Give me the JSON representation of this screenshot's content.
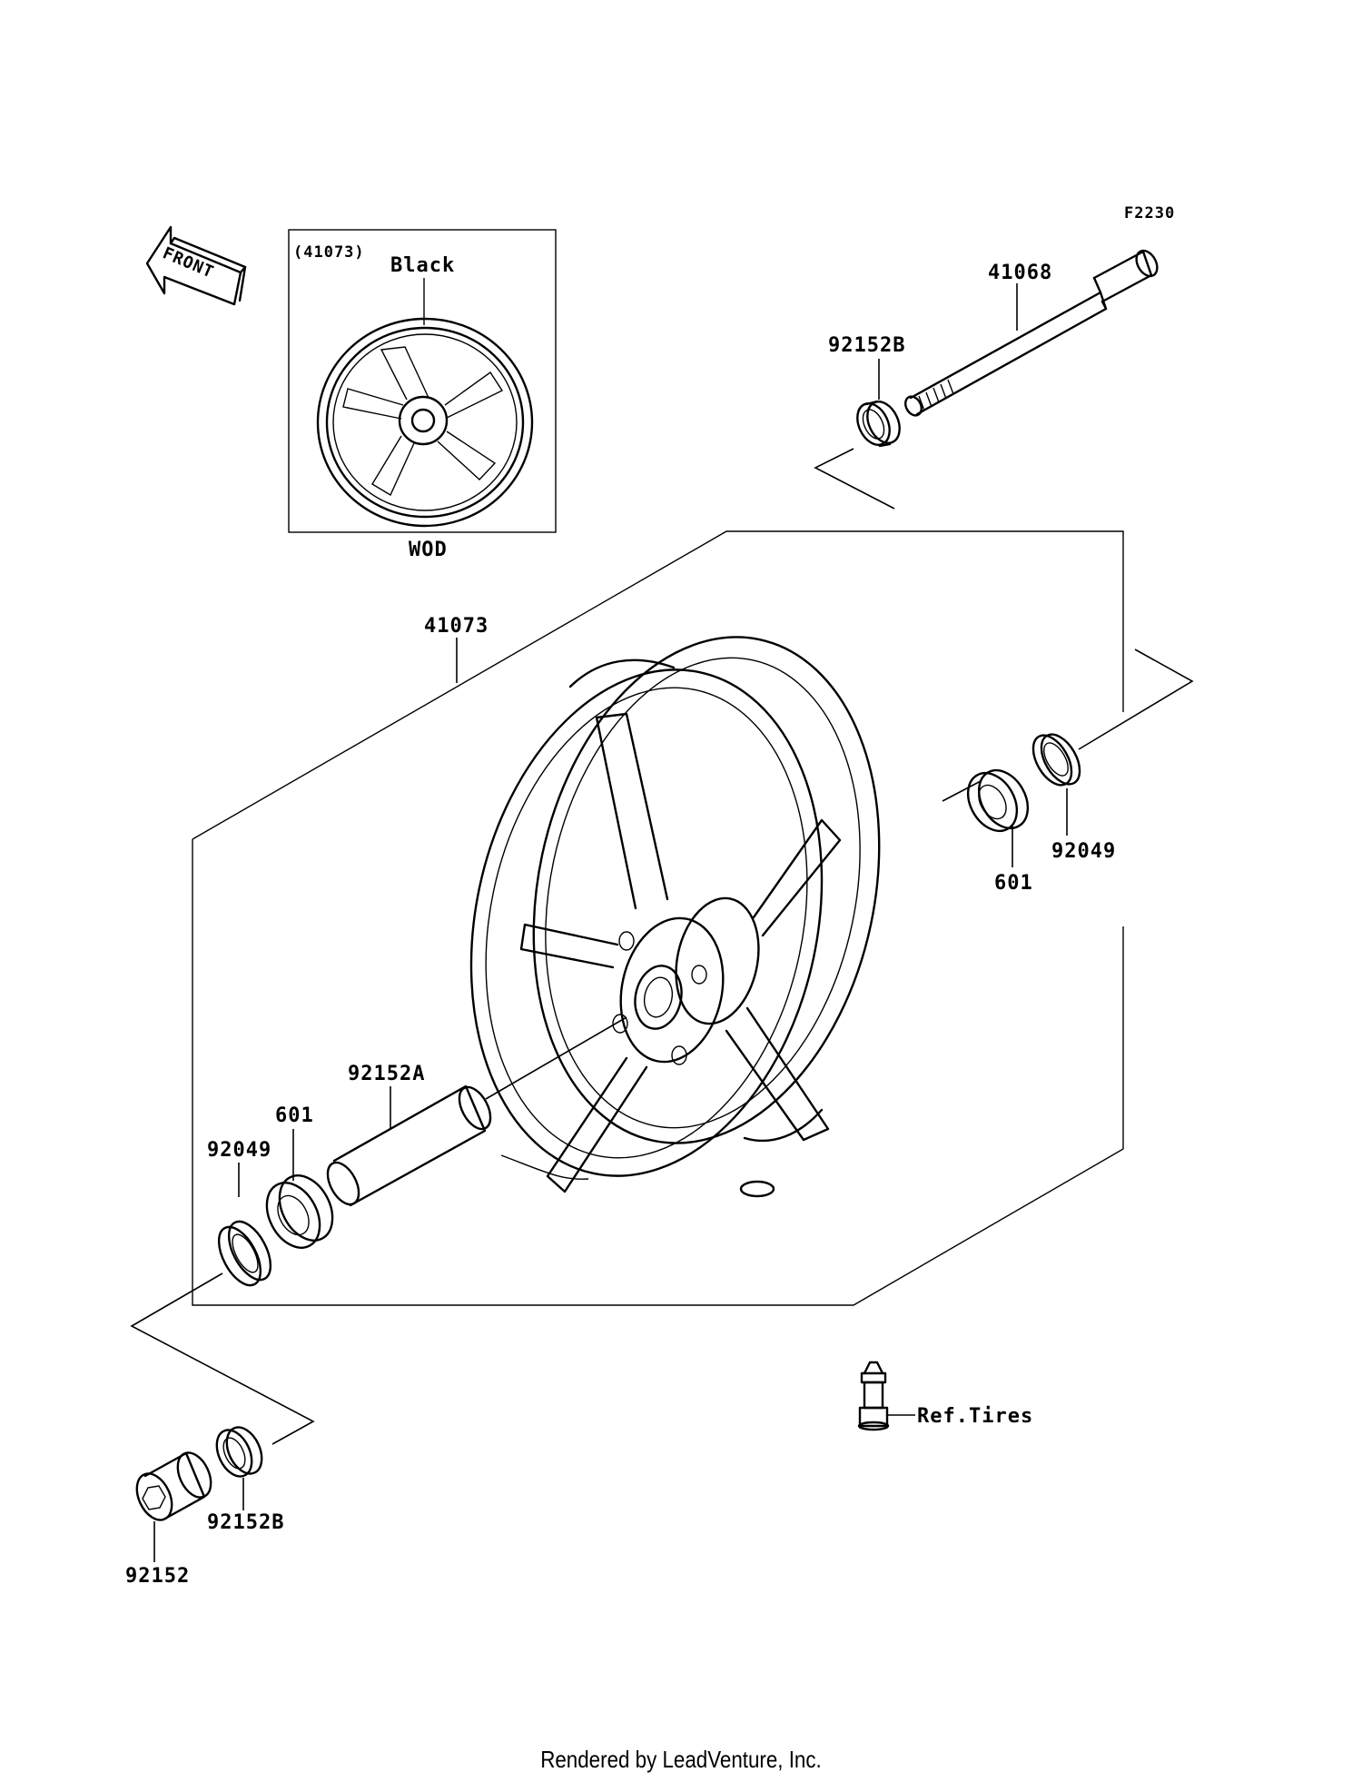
{
  "figure_code": "F2230",
  "front_arrow": "FRONT",
  "inset": {
    "part_ref": "(41073)",
    "color": "Black",
    "caption": "WOD"
  },
  "callouts": {
    "axle": "41068",
    "collar_upper": "92152B",
    "wheel": "41073",
    "seal_right": "92049",
    "bearing_right": "601",
    "spacer": "92152A",
    "bearing_left": "601",
    "seal_left": "92049",
    "collar_lower": "92152B",
    "axle_nut": "92152",
    "valve_ref": "Ref.Tires"
  },
  "icons": [
    "front-arrow-icon",
    "wheel-icon",
    "axle-icon",
    "bearing-icon",
    "oil-seal-icon",
    "collar-icon",
    "spacer-icon",
    "axle-nut-icon",
    "air-valve-icon"
  ],
  "footer": "Rendered by LeadVenture, Inc.",
  "colors": {
    "line": "#000000",
    "background": "#ffffff"
  }
}
